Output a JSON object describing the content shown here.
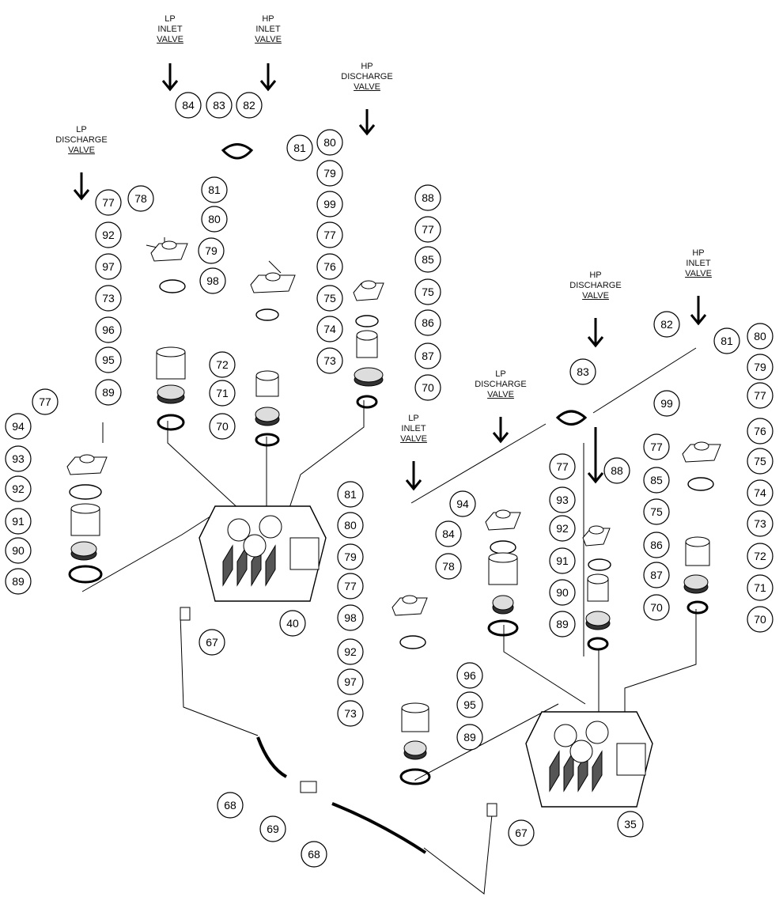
{
  "valve_labels": [
    {
      "id": "lp-inlet-1",
      "lines": [
        "LP",
        "INLET",
        "VALVE"
      ]
    },
    {
      "id": "hp-inlet-1",
      "lines": [
        "HP",
        "INLET",
        "VALVE"
      ]
    },
    {
      "id": "hp-discharge-1",
      "lines": [
        "HP",
        "DISCHARGE",
        "VALVE"
      ]
    },
    {
      "id": "lp-discharge-1",
      "lines": [
        "LP",
        "DISCHARGE",
        "VALVE"
      ]
    },
    {
      "id": "hp-discharge-2",
      "lines": [
        "HP",
        "DISCHARGE",
        "VALVE"
      ]
    },
    {
      "id": "hp-inlet-2",
      "lines": [
        "HP",
        "INLET",
        "VALVE"
      ]
    },
    {
      "id": "lp-discharge-2",
      "lines": [
        "LP",
        "DISCHARGE",
        "VALVE"
      ]
    },
    {
      "id": "lp-inlet-2",
      "lines": [
        "LP",
        "INLET",
        "VALVE"
      ]
    }
  ],
  "part_numbers": [
    "84",
    "83",
    "82",
    "81",
    "80",
    "81",
    "80",
    "79",
    "79",
    "99",
    "77",
    "78",
    "77",
    "98",
    "92",
    "76",
    "97",
    "75",
    "73",
    "74",
    "96",
    "73",
    "72",
    "95",
    "71",
    "89",
    "70",
    "77",
    "94",
    "93",
    "92",
    "91",
    "90",
    "89",
    "40",
    "67",
    "88",
    "77",
    "85",
    "75",
    "86",
    "87",
    "70",
    "82",
    "81",
    "80",
    "79",
    "77",
    "99",
    "76",
    "75",
    "74",
    "73",
    "72",
    "71",
    "70",
    "83",
    "77",
    "94",
    "93",
    "92",
    "91",
    "90",
    "89",
    "88",
    "77",
    "85",
    "75",
    "86",
    "87",
    "70",
    "81",
    "84",
    "80",
    "79",
    "78",
    "77",
    "98",
    "92",
    "97",
    "73",
    "96",
    "95",
    "89",
    "35",
    "68",
    "69",
    "68",
    "67"
  ]
}
